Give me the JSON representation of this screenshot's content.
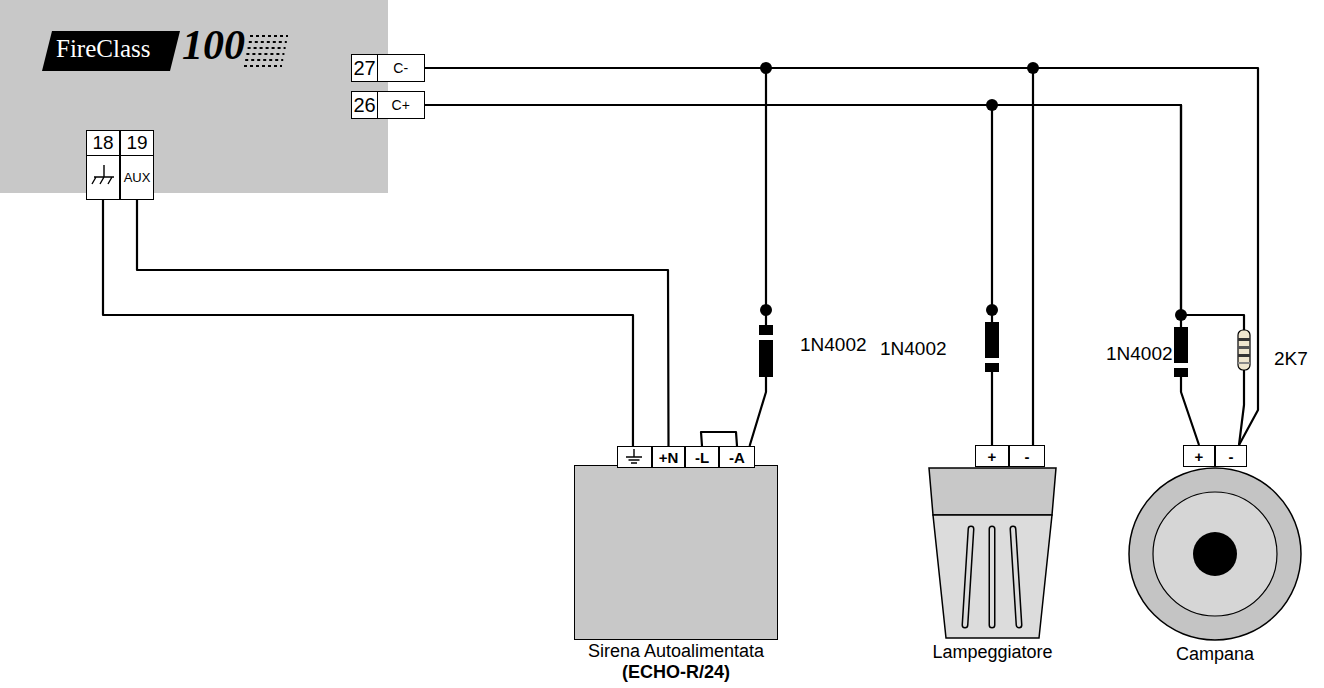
{
  "diagram": {
    "nodes": [
      {
        "text": [
          "FireClass",
          "100"
        ]
      },
      {
        "text": [
          "27",
          "C-"
        ],
        "in": 0
      },
      {
        "text": [
          "26",
          "C+"
        ],
        "in": 0
      },
      {
        "text": [
          "18"
        ],
        "in": 0
      },
      {
        "text": [
          "19",
          "AUX"
        ],
        "in": 0
      },
      {
        "text": [
          "Sirena Autoalimentata",
          "(ECHO-R/24)"
        ]
      },
      {
        "text": [
          "+N"
        ],
        "in": 5
      },
      {
        "text": [
          "-L"
        ],
        "in": 5
      },
      {
        "text": [
          "-A"
        ],
        "in": 5
      },
      {
        "text": [
          "Lampeggiatore"
        ]
      },
      {
        "text": [
          "+"
        ],
        "in": 9
      },
      {
        "text": [
          "-"
        ],
        "in": 9
      },
      {
        "text": [
          "Campana"
        ]
      },
      {
        "text": [
          "+"
        ],
        "in": 12
      },
      {
        "text": [
          "-"
        ],
        "in": 12
      }
    ],
    "edges": [
      {
        "from": 1,
        "to": 8,
        "arrow": "none"
      },
      {
        "from": 1,
        "to": 11,
        "arrow": "none"
      },
      {
        "from": 1,
        "to": 14,
        "arrow": "none"
      },
      {
        "from": 2,
        "to": 10,
        "arrow": "none"
      },
      {
        "from": 2,
        "to": 13,
        "arrow": "none"
      },
      {
        "from": 2,
        "to": 14,
        "arrow": "none"
      },
      {
        "from": 3,
        "to": 5,
        "arrow": "none"
      },
      {
        "from": 4,
        "to": 6,
        "arrow": "none"
      },
      {
        "from": 7,
        "to": 8,
        "arrow": "none"
      }
    ],
    "labels": [
      "1N4002",
      "1N4002",
      "1N4002",
      "2K7"
    ]
  }
}
